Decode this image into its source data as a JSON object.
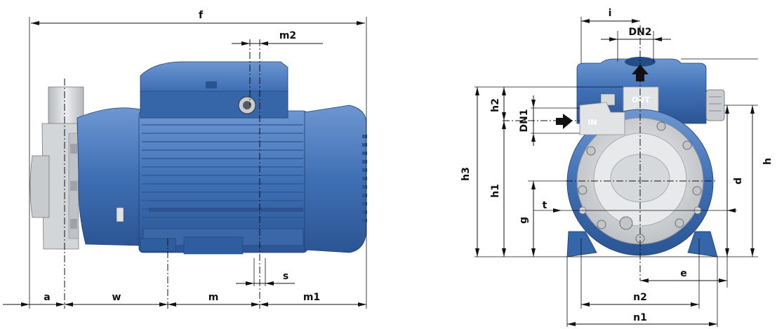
{
  "colors": {
    "pump_blue": "#3f6fb4",
    "pump_blue_dark": "#2b5594",
    "pump_blue_light": "#6d97d1",
    "housing_grey": "#d9dcdf",
    "housing_grey_dark": "#b5b9bd",
    "line": "#111111"
  },
  "side_view": {
    "labels": {
      "f": "f",
      "m2": "m2",
      "a": "a",
      "w": "w",
      "m": "m",
      "m1": "m1",
      "s": "s"
    }
  },
  "front_view": {
    "labels": {
      "i": "i",
      "dn2": "DN2",
      "h2": "h2",
      "dn1": "DN1",
      "h3": "h3",
      "h1": "h1",
      "g": "g",
      "t": "t",
      "d": "d",
      "h": "h",
      "e": "e",
      "n2": "n2",
      "n1": "n1",
      "out": "OUT",
      "in": "IN"
    }
  }
}
